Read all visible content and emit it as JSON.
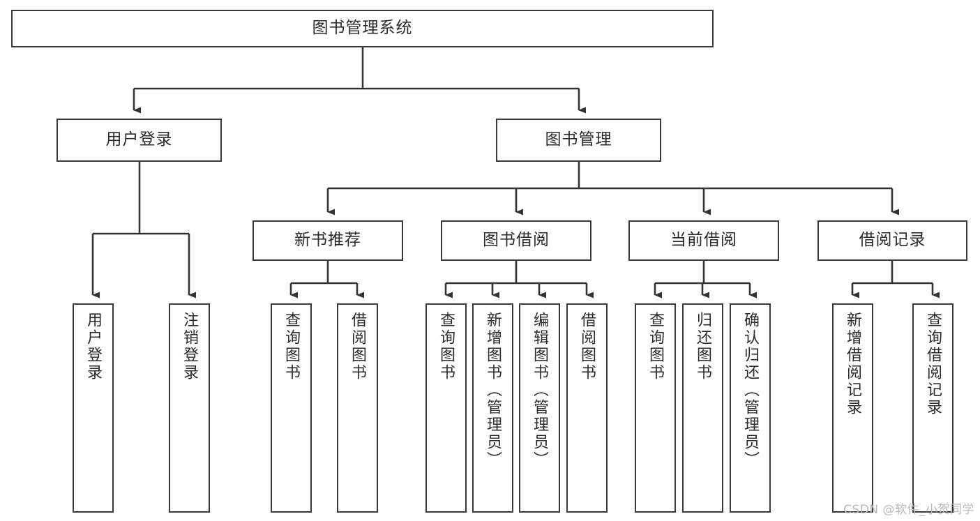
{
  "diagram": {
    "title": "图书管理系统",
    "type": "tree",
    "watermark": "CSDN @软件_小贺同学",
    "colors": {
      "box_border": "#3a3a3a",
      "box_fill": "#ffffff",
      "connector": "#333333",
      "text": "#2b2b2b",
      "watermark": "#b9b9b9"
    },
    "root": {
      "id": "root",
      "label": "图书管理系统"
    },
    "level2": [
      {
        "id": "user-login",
        "label": "用户登录"
      },
      {
        "id": "book-management",
        "label": "图书管理"
      }
    ],
    "level3": [
      {
        "id": "new-book-recommend",
        "label": "新书推荐",
        "parent": "book-management"
      },
      {
        "id": "book-borrow",
        "label": "图书借阅",
        "parent": "book-management"
      },
      {
        "id": "current-borrow",
        "label": "当前借阅",
        "parent": "book-management"
      },
      {
        "id": "borrow-record",
        "label": "借阅记录",
        "parent": "book-management"
      }
    ],
    "leaves": [
      {
        "id": "leaf-user-login",
        "label": "用户登录",
        "parent": "user-login"
      },
      {
        "id": "leaf-logout-login",
        "label": "注销登录",
        "parent": "user-login"
      },
      {
        "id": "leaf-query-book-1",
        "label": "查询图书",
        "parent": "new-book-recommend"
      },
      {
        "id": "leaf-borrow-book-1",
        "label": "借阅图书",
        "parent": "new-book-recommend"
      },
      {
        "id": "leaf-query-book-2",
        "label": "查询图书",
        "parent": "book-borrow"
      },
      {
        "id": "leaf-add-book",
        "label": "新增图书（管理员）",
        "parent": "book-borrow"
      },
      {
        "id": "leaf-edit-book",
        "label": "编辑图书（管理员）",
        "parent": "book-borrow"
      },
      {
        "id": "leaf-borrow-book-2",
        "label": "借阅图书",
        "parent": "book-borrow"
      },
      {
        "id": "leaf-query-book-3",
        "label": "查询图书",
        "parent": "current-borrow"
      },
      {
        "id": "leaf-return-book",
        "label": "归还图书",
        "parent": "current-borrow"
      },
      {
        "id": "leaf-confirm-return",
        "label": "确认归还（管理员）",
        "parent": "current-borrow"
      },
      {
        "id": "leaf-add-record",
        "label": "新增借阅记录",
        "parent": "borrow-record"
      },
      {
        "id": "leaf-query-record",
        "label": "查询借阅记录",
        "parent": "borrow-record"
      }
    ]
  }
}
